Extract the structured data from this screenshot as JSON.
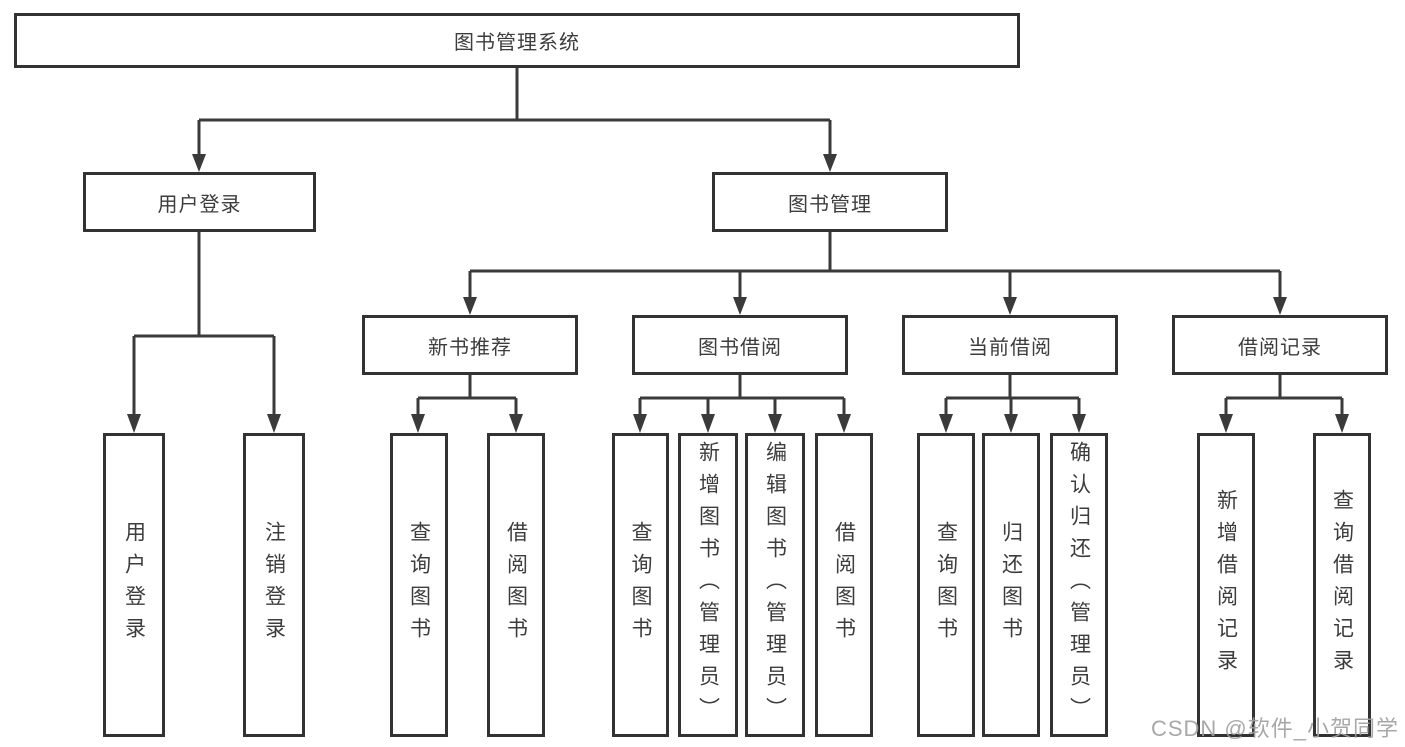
{
  "tree": {
    "label": "图书管理系统",
    "children": [
      {
        "label": "用户登录",
        "children": [
          {
            "label": "用户登录"
          },
          {
            "label": "注销登录"
          }
        ]
      },
      {
        "label": "图书管理",
        "children": [
          {
            "label": "新书推荐",
            "children": [
              {
                "label": "查询图书"
              },
              {
                "label": "借阅图书"
              }
            ]
          },
          {
            "label": "图书借阅",
            "children": [
              {
                "label": "查询图书"
              },
              {
                "label": "新增图书（管理员）"
              },
              {
                "label": "编辑图书（管理员）"
              },
              {
                "label": "借阅图书"
              }
            ]
          },
          {
            "label": "当前借阅",
            "children": [
              {
                "label": "查询图书"
              },
              {
                "label": "归还图书"
              },
              {
                "label": "确认归还（管理员）"
              }
            ]
          },
          {
            "label": "借阅记录",
            "children": [
              {
                "label": "新增借阅记录"
              },
              {
                "label": "查询借阅记录"
              }
            ]
          }
        ]
      }
    ]
  },
  "watermark": {
    "text": "CSDN @软件_小贺同学"
  },
  "colors": {
    "line": "#3a3a3a",
    "box_border": "#323232",
    "text": "#3d3d3d",
    "watermark": "#9e9e9e",
    "background": "#ffffff"
  }
}
